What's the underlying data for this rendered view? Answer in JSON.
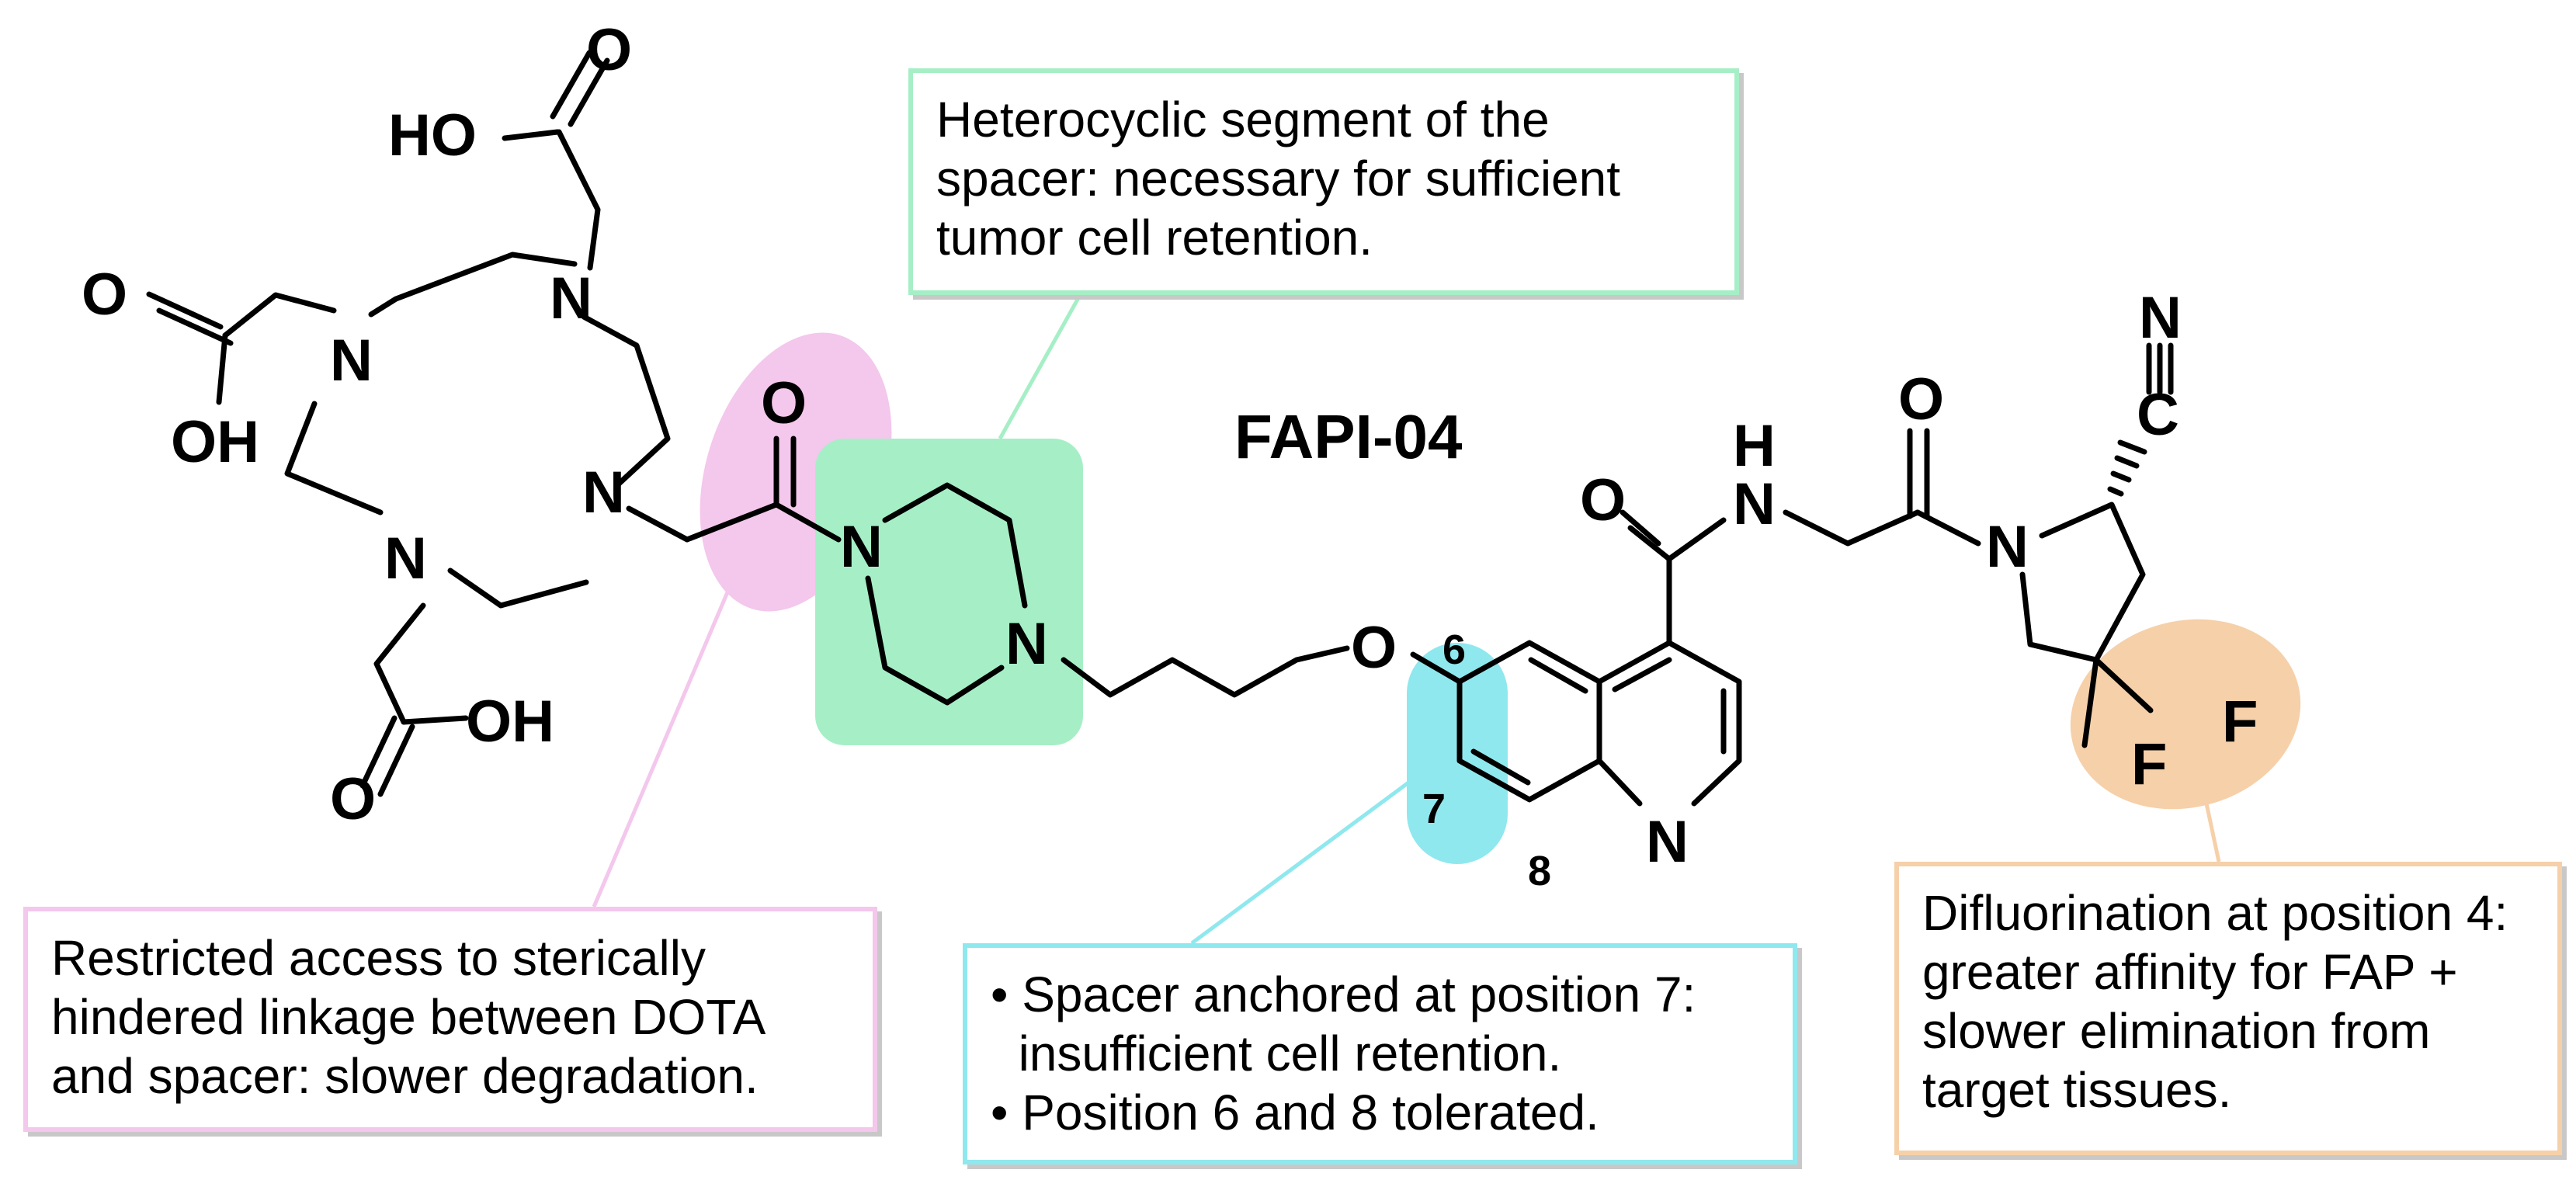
{
  "title": "FAPI-04",
  "colors": {
    "pink": "#f4c7ec",
    "green": "#a6efc6",
    "cyan": "#8fe8ee",
    "orange": "#f6d0a9"
  },
  "atoms": {
    "O": "O",
    "N": "N",
    "H": "H",
    "C": "C",
    "F": "F",
    "HO": "HO",
    "OH": "OH"
  },
  "positions": {
    "p6": "6",
    "p7": "7",
    "p8": "8"
  },
  "annotations": {
    "heterocycle": {
      "lines": [
        "Heterocyclic segment of the",
        "spacer: necessary for sufficient",
        "tumor cell retention."
      ]
    },
    "linkage": {
      "lines": [
        "Restricted access to sterically",
        "hindered linkage between DOTA",
        "and spacer: slower degradation."
      ]
    },
    "spacer": {
      "bullets": [
        "• Spacer anchored at position 7:",
        "  insufficient cell retention.",
        "• Position 6 and 8 tolerated."
      ]
    },
    "difluorination": {
      "lines": [
        "Difluorination at position 4:",
        "greater affinity for FAP +",
        "slower elimination from",
        "target tissues."
      ]
    }
  }
}
